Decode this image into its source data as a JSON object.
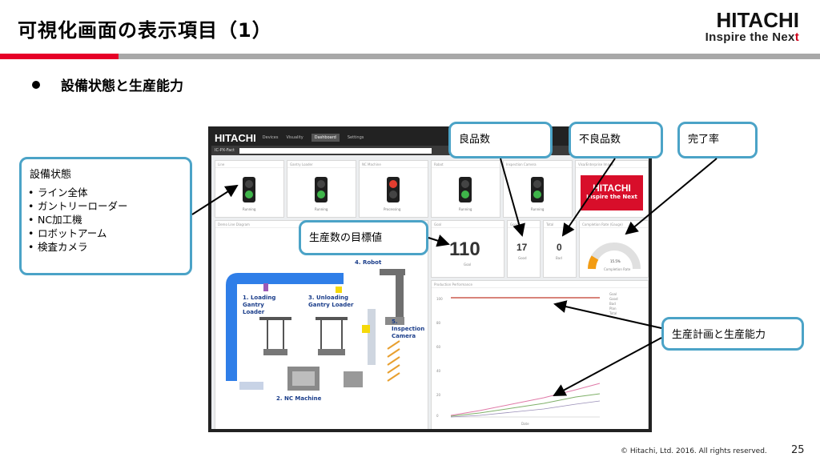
{
  "header": {
    "title": "可視化画面の表示項目（1）",
    "logo_brand": "HITACHI",
    "logo_tagline_start": "Inspire the Nex",
    "logo_tagline_end": "t"
  },
  "section": {
    "bullet_heading": "設備状態と生産能力"
  },
  "callouts": {
    "equipment": {
      "title": "設備状態",
      "items": [
        "ライン全体",
        "ガントリーローダー",
        "NC加工機",
        "ロボットアーム",
        "検査カメラ"
      ]
    },
    "good_count": "良品数",
    "defect_count": "不良品数",
    "completion_rate": "完了率",
    "target": "生産数の目標値",
    "plan_capacity": "生産計画と生産能力"
  },
  "dashboard": {
    "logo": "HITACHI",
    "nav": [
      "Devices",
      "Visuality",
      "Dashboard",
      "Settings"
    ],
    "breadcrumb": "IC-PX-Fact",
    "panels": {
      "line": "Line",
      "gantry": "Gantry Loader",
      "nc": "NC Machine",
      "robot": "Robot",
      "camera": "Inspection Camera",
      "brand": "Visa/Enterprise Image",
      "diagram": "Demo Line Diagram",
      "goal": "Goal",
      "good": "Good",
      "bad": "Total",
      "rate": "Completion Rate (Gauge)",
      "production": "Production Performance"
    },
    "light_status": [
      "Running",
      "Running",
      "Processing",
      "Running",
      "Running"
    ],
    "goal_value": "110",
    "goal_caption": "Goal",
    "good_value": "17",
    "good_caption": "Good",
    "bad_value": "0",
    "bad_caption": "Bad",
    "gauge_value": "15.5%",
    "gauge_caption": "Completion Rate",
    "banner_brand": "HITACHI",
    "banner_tag": "Inspire the Next",
    "diagram_labels": {
      "loading": "1. Loading Gantry Loader",
      "nc": "2. NC Machine",
      "unloading": "3. Unloading Gantry Loader",
      "robot": "4. Robot",
      "inspection": "5. Inspection Camera"
    },
    "chart_y_ticks": [
      "100",
      "80",
      "60",
      "40",
      "20",
      "0"
    ],
    "chart_legend": [
      "Goal",
      "Good",
      "Bad",
      "Plan",
      "Total"
    ],
    "chart_xlabel": "Date"
  },
  "colors": {
    "accent_red": "#e60027",
    "callout_border": "#4ba3c7",
    "goal_line": "#c0392b"
  },
  "footer": {
    "copyright": "© Hitachi, Ltd. 2016. All rights reserved.",
    "page": "25"
  }
}
